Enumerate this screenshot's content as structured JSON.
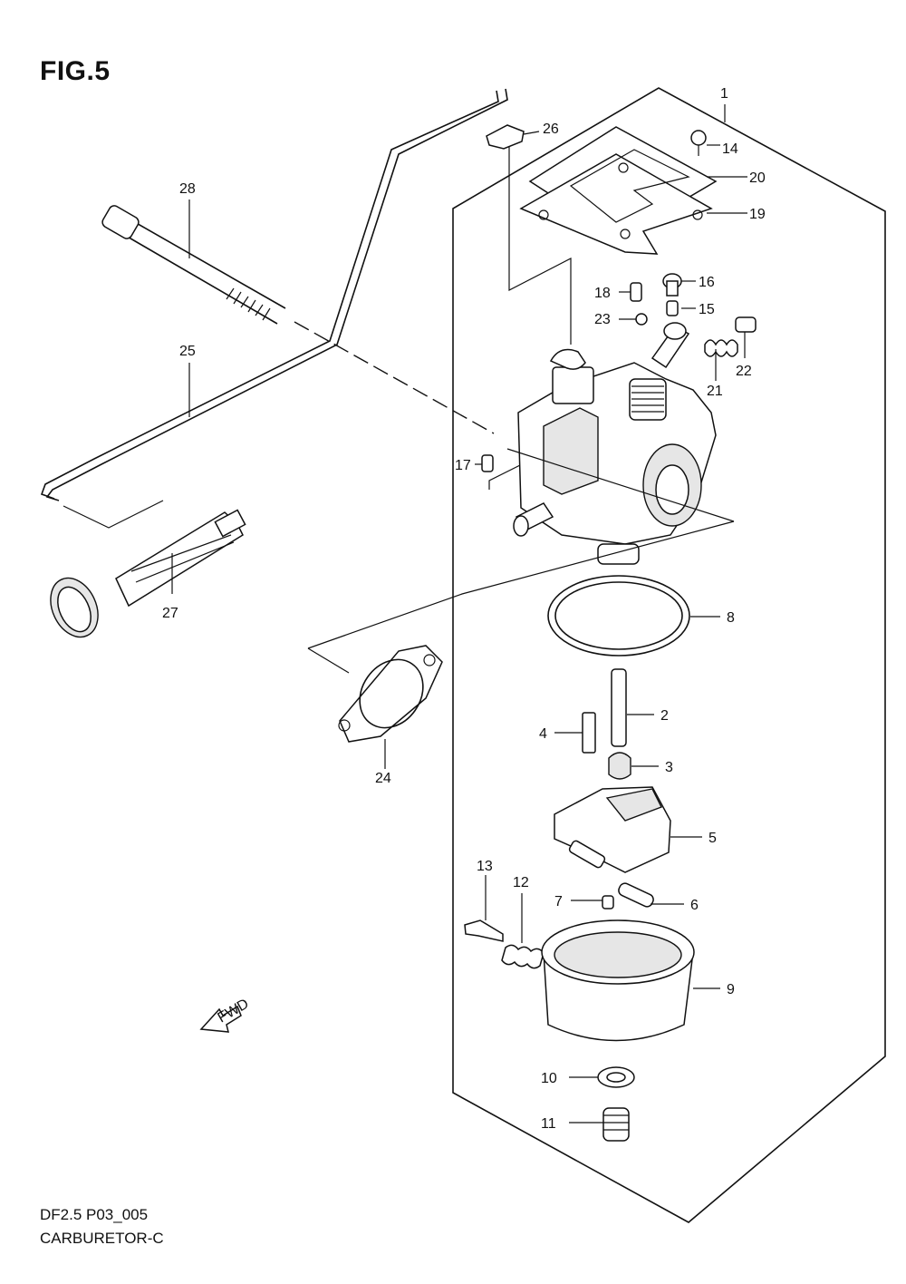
{
  "figure": {
    "title": "FIG.5"
  },
  "footer": {
    "code": "DF2.5 P03_005",
    "name": "CARBURETOR-C"
  },
  "fwd_badge": "FWD",
  "callouts": {
    "c1": "1",
    "c2": "2",
    "c3": "3",
    "c4": "4",
    "c5": "5",
    "c6": "6",
    "c7": "7",
    "c8": "8",
    "c9": "9",
    "c10": "10",
    "c11": "11",
    "c12": "12",
    "c13": "13",
    "c14": "14",
    "c15": "15",
    "c16": "16",
    "c17": "17",
    "c18": "18",
    "c19": "19",
    "c20": "20",
    "c21": "21",
    "c22": "22",
    "c23": "23",
    "c24": "24",
    "c25": "25",
    "c26": "26",
    "c27": "27",
    "c28": "28"
  }
}
